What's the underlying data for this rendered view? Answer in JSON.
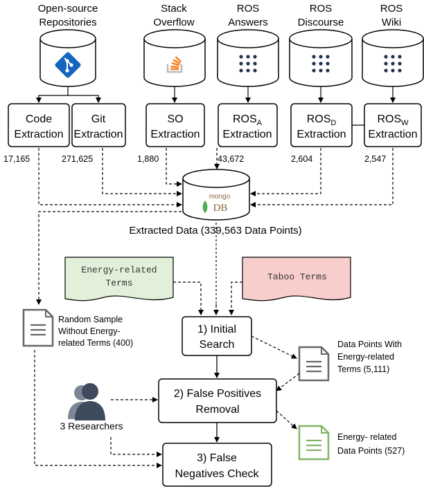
{
  "sources": {
    "repos": {
      "line1": "Open-source",
      "line2": "Repositories"
    },
    "stack": {
      "line1": "Stack",
      "line2": "Overflow"
    },
    "rosa": {
      "line1": "ROS",
      "line2": "Answers"
    },
    "rosd": {
      "line1": "ROS",
      "line2": "Discourse"
    },
    "rosw": {
      "line1": "ROS",
      "line2": "Wiki"
    }
  },
  "extraction": {
    "code": {
      "line1": "Code",
      "line2": "Extraction",
      "count": "17,165"
    },
    "git": {
      "line1": "Git",
      "line2": "Extraction",
      "count": "271,625"
    },
    "so": {
      "line1": "SO",
      "line2": "Extraction",
      "count": "1,880"
    },
    "rosa": {
      "line1": "ROS",
      "sub": "A",
      "line2": "Extraction",
      "count": "43,672"
    },
    "rosd": {
      "line1": "ROS",
      "sub": "D",
      "line2": "Extraction",
      "count": "2,604"
    },
    "rosw": {
      "line1": "ROS",
      "sub": "W",
      "line2": "Extraction",
      "count": "2,547"
    }
  },
  "database": {
    "logo_top": "mongo",
    "logo_bottom": "DB",
    "caption": "Extracted Data (339,563 Data Points)"
  },
  "terms": {
    "energy": {
      "line1": "Energy-related",
      "line2": "Terms",
      "color": "#e2f0d9"
    },
    "taboo": {
      "line1": "Taboo Terms",
      "color": "#f8cecc"
    }
  },
  "steps": {
    "initial": {
      "line1": "1) Initial",
      "line2": "Search"
    },
    "fp": {
      "line1": "2) False Positives",
      "line2": "Removal"
    },
    "fn": {
      "line1": "3) False",
      "line2": "Negatives Check"
    }
  },
  "documents": {
    "random": {
      "line1": "Random Sample",
      "line2": "Without Energy-",
      "line3": "related Terms (400)"
    },
    "with": {
      "line1": "Data Points With",
      "line2": "Energy-related",
      "line3": "Terms (5,111)"
    },
    "energy": {
      "line1": "Energy- related",
      "line2": "Data Points (527)"
    }
  },
  "researchers": {
    "label": "3 Researchers"
  },
  "colors": {
    "git_blue": "#1565c0",
    "so_orange": "#f48024",
    "so_gray": "#bcbbbb",
    "ros_navy": "#22314e",
    "mongo_green": "#4caf50",
    "mongo_brown": "#8a6a3a",
    "people": "#3d4b5c",
    "doc_gray": "#666666",
    "doc_green": "#82b366"
  }
}
